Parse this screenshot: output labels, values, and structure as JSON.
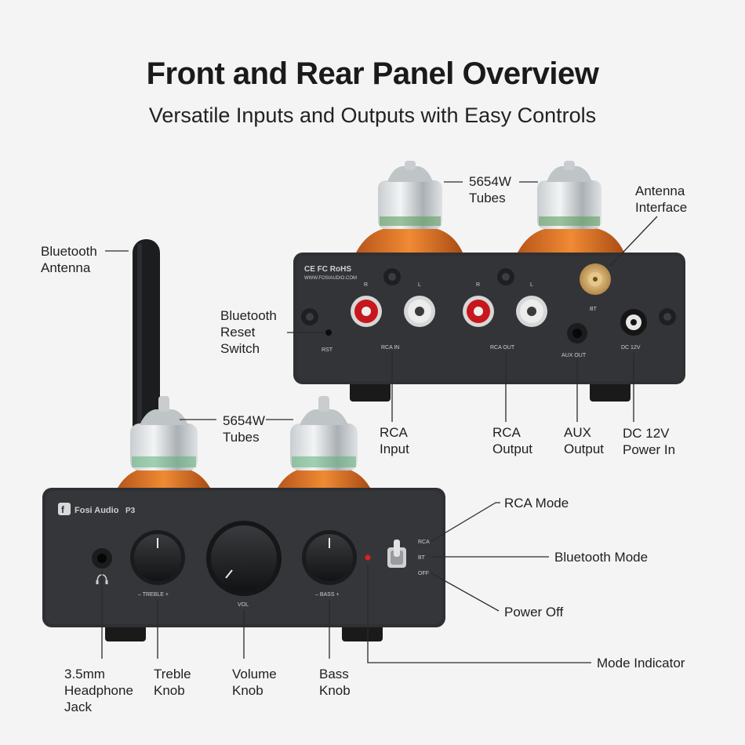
{
  "title": "Front and Rear Panel Overview",
  "subtitle": "Versatile Inputs and Outputs with Easy Controls",
  "rear_panel": {
    "certifications": "CE FC RoHS",
    "website": "WWW.FOSIAUDIO.COM",
    "jack_r1": "R",
    "jack_l1": "L",
    "jack_r2": "R",
    "jack_l2": "L",
    "rca_in": "RCA IN",
    "rca_out": "RCA OUT",
    "rst": "RST",
    "aux_out": "AUX OUT",
    "bt": "BT",
    "dc": "DC 12V"
  },
  "front_panel": {
    "brand": "Fosi Audio",
    "model": "P3",
    "treble": "– TREBLE +",
    "vol": "VOL",
    "bass": "– BASS +",
    "mode_rca": "RCA",
    "mode_bt": "BT",
    "mode_off": "OFF"
  },
  "callouts": {
    "tubes_rear": [
      "5654W",
      "Tubes"
    ],
    "antenna_interface": [
      "Antenna",
      "Interface"
    ],
    "bluetooth_antenna": [
      "Bluetooth",
      "Antenna"
    ],
    "bt_reset": [
      "Bluetooth",
      "Reset",
      "Switch"
    ],
    "rca_input": [
      "RCA",
      "Input"
    ],
    "rca_output": [
      "RCA",
      "Output"
    ],
    "aux_output": [
      "AUX",
      "Output"
    ],
    "dc_power": [
      "DC 12V",
      "Power In"
    ],
    "tubes_front": [
      "5654W",
      "Tubes"
    ],
    "rca_mode": "RCA Mode",
    "bluetooth_mode": "Bluetooth Mode",
    "power_off": "Power Off",
    "mode_indicator": "Mode Indicator",
    "headphone_jack": [
      "3.5mm",
      "Headphone",
      "Jack"
    ],
    "treble_knob": [
      "Treble",
      "Knob"
    ],
    "volume_knob": [
      "Volume",
      "Knob"
    ],
    "bass_knob": [
      "Bass",
      "Knob"
    ]
  },
  "colors": {
    "accent_orange": "#d9782a",
    "panel_dark": "#2f3033",
    "rca_red": "#c8161d",
    "rca_white": "#e8e8e8",
    "led_red": "#e02020"
  }
}
